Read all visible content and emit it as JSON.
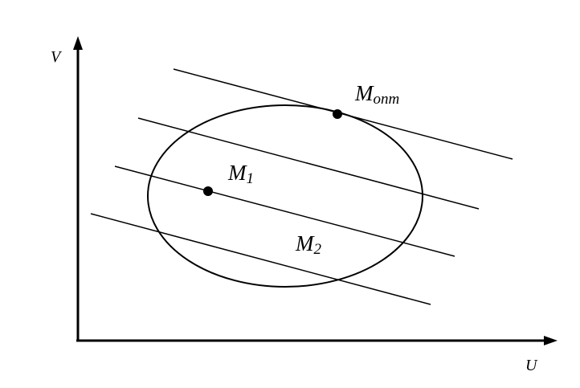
{
  "axes": {
    "x_label": "U",
    "y_label": "V"
  },
  "points": {
    "m_opt": {
      "base": "M",
      "subscript": "опт"
    },
    "m1": {
      "base": "M",
      "subscript": "1"
    },
    "m2": {
      "base": "M",
      "subscript": "2"
    }
  },
  "colors": {
    "stroke": "#000000",
    "background": "#ffffff"
  }
}
